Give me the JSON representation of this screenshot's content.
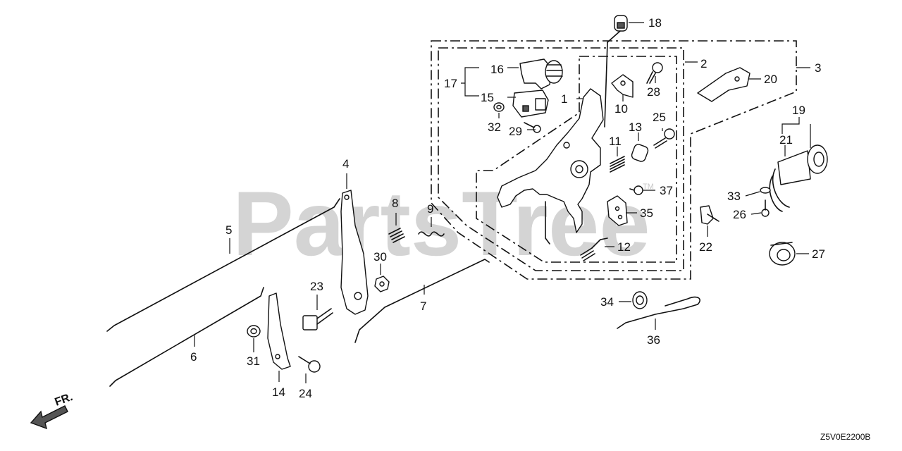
{
  "watermark": {
    "text": "PartsTree",
    "tm": "TM"
  },
  "direction": {
    "label": "FR."
  },
  "diagram_code": "Z5V0E2200B",
  "callouts": {
    "c1": "1",
    "c2": "2",
    "c3": "3",
    "c4": "4",
    "c5": "5",
    "c6": "6",
    "c7": "7",
    "c8": "8",
    "c9": "9",
    "c10": "10",
    "c11": "11",
    "c12": "12",
    "c13": "13",
    "c14": "14",
    "c15": "15",
    "c16": "16",
    "c17": "17",
    "c18": "18",
    "c19": "19",
    "c20": "20",
    "c21": "21",
    "c22": "22",
    "c23": "23",
    "c24": "24",
    "c25": "25",
    "c26": "26",
    "c27": "27",
    "c28": "28",
    "c29": "29",
    "c30": "30",
    "c31": "31",
    "c32": "32",
    "c33": "33",
    "c34": "34",
    "c35": "35",
    "c36": "36",
    "c37": "37"
  }
}
